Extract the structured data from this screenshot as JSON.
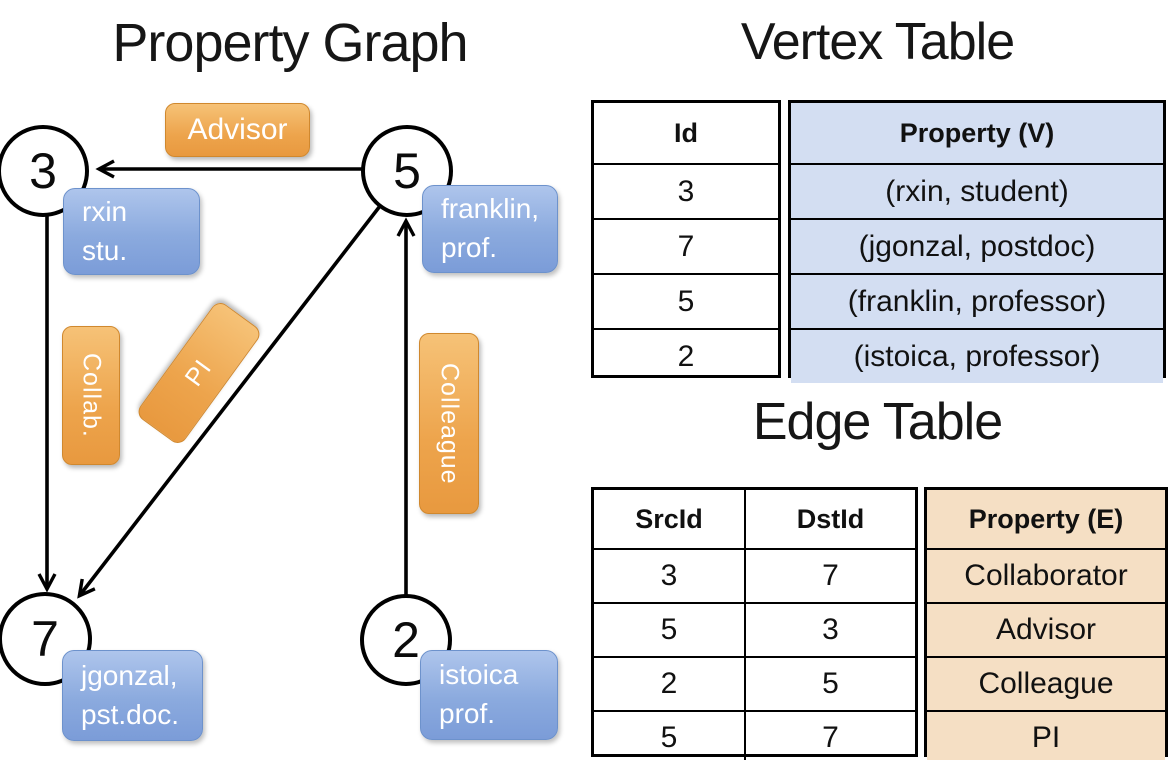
{
  "graph": {
    "title": "Property Graph",
    "nodes": [
      {
        "id": "3",
        "label_line1": "rxin",
        "label_line2": "stu."
      },
      {
        "id": "5",
        "label_line1": "franklin,",
        "label_line2": "prof."
      },
      {
        "id": "7",
        "label_line1": "jgonzal,",
        "label_line2": "pst.doc."
      },
      {
        "id": "2",
        "label_line1": "istoica",
        "label_line2": "prof."
      }
    ],
    "edges": [
      {
        "src": "5",
        "dst": "3",
        "label": "Advisor"
      },
      {
        "src": "3",
        "dst": "7",
        "label": "Collab."
      },
      {
        "src": "5",
        "dst": "7",
        "label": "PI"
      },
      {
        "src": "2",
        "dst": "5",
        "label": "Colleague"
      }
    ],
    "edge_label_advisor": "Advisor",
    "edge_label_collab": "Collab.",
    "edge_label_pi": "PI",
    "edge_label_colleague": "Colleague"
  },
  "vertex_table": {
    "title": "Vertex Table",
    "col_id": "Id",
    "col_property": "Property (V)",
    "rows": [
      {
        "id": "3",
        "property": "(rxin, student)"
      },
      {
        "id": "7",
        "property": "(jgonzal, postdoc)"
      },
      {
        "id": "5",
        "property": "(franklin, professor)"
      },
      {
        "id": "2",
        "property": "(istoica, professor)"
      }
    ]
  },
  "edge_table": {
    "title": "Edge Table",
    "col_src": "SrcId",
    "col_dst": "DstId",
    "col_property": "Property (E)",
    "rows": [
      {
        "src": "3",
        "dst": "7",
        "property": "Collaborator"
      },
      {
        "src": "5",
        "dst": "3",
        "property": "Advisor"
      },
      {
        "src": "2",
        "dst": "5",
        "property": "Colleague"
      },
      {
        "src": "5",
        "dst": "7",
        "property": "PI"
      }
    ]
  },
  "colors": {
    "edge_box_orange": "#eda44c",
    "vertex_box_blue": "#8baade",
    "vertex_col_fill": "#d3def2",
    "edge_col_fill": "#f5dfc4",
    "line_black": "#000000"
  }
}
